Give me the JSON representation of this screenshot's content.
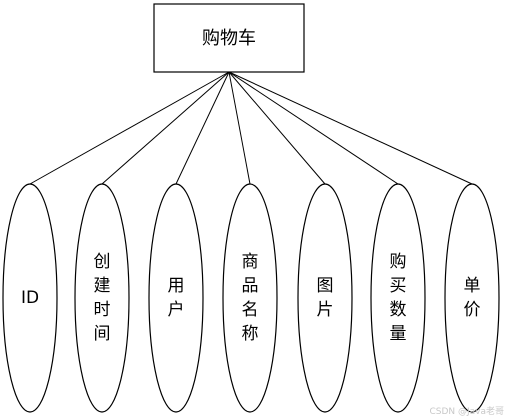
{
  "entity": {
    "label": "购物车"
  },
  "attributes": [
    {
      "lines": [
        "ID"
      ]
    },
    {
      "lines": [
        "创",
        "建",
        "时",
        "间"
      ]
    },
    {
      "lines": [
        "用",
        "户"
      ]
    },
    {
      "lines": [
        "商",
        "品",
        "名",
        "称"
      ]
    },
    {
      "lines": [
        "图",
        "片"
      ]
    },
    {
      "lines": [
        "购",
        "买",
        "数",
        "量"
      ]
    },
    {
      "lines": [
        "单",
        "价"
      ]
    }
  ],
  "watermark": "CSDN @Java老哥"
}
